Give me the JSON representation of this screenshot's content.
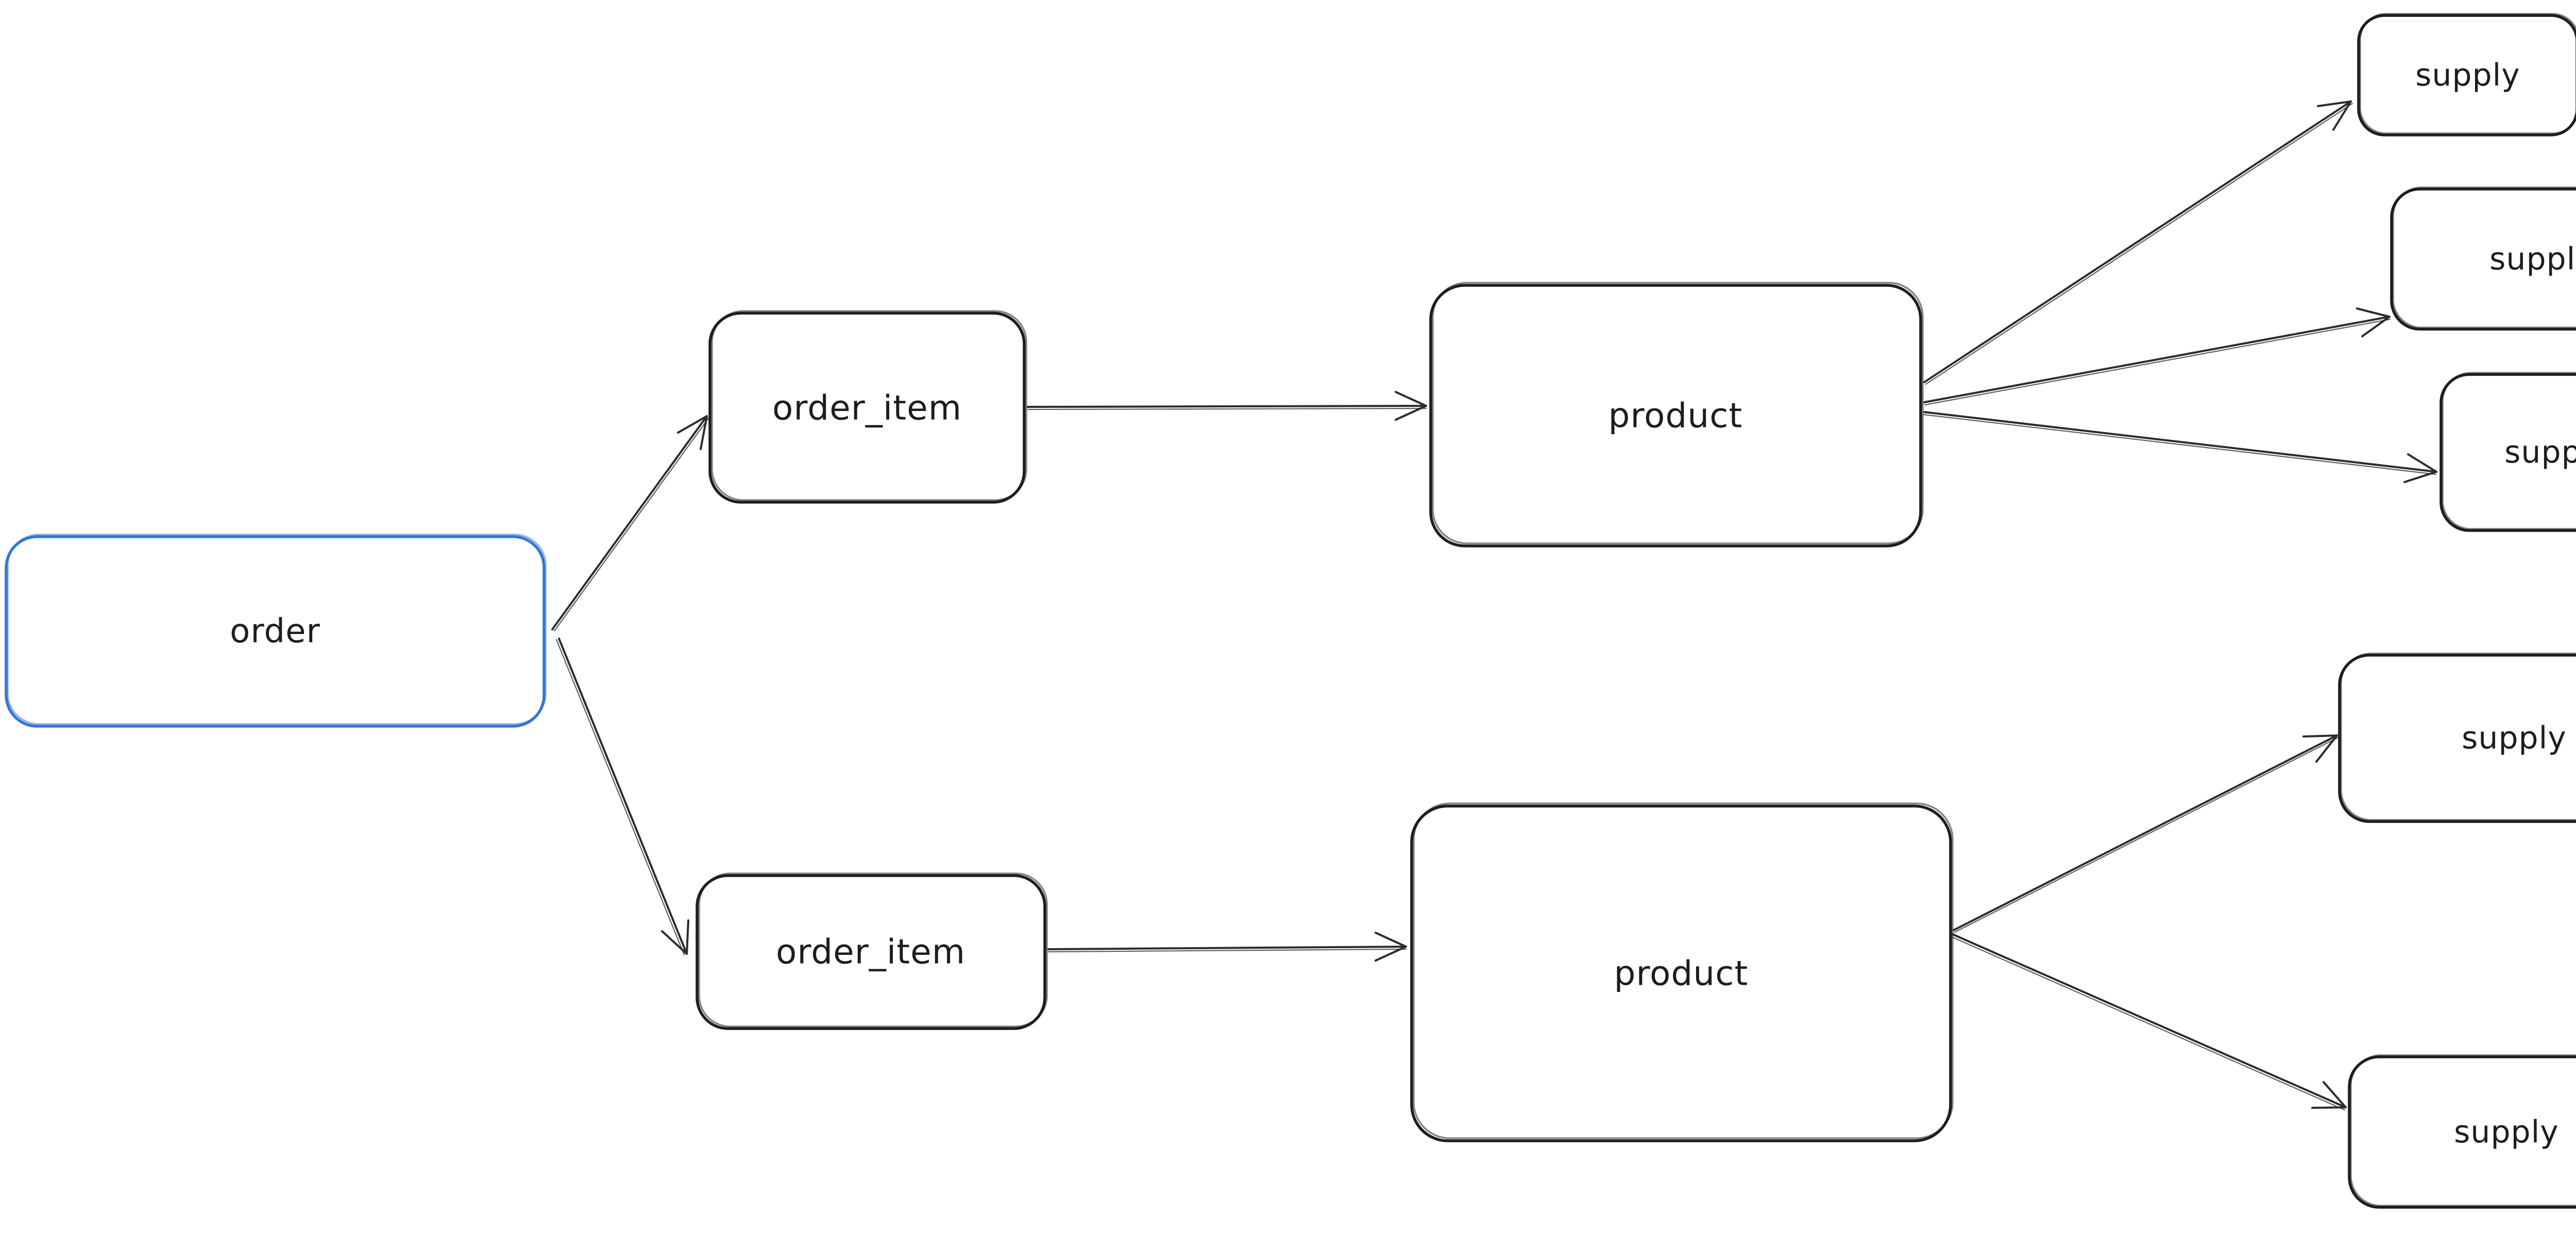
{
  "diagram": {
    "background_color": "#ffffff",
    "arrow_color": "#2b2b2b",
    "default_border_color": "#1e1e1e",
    "nodes": {
      "order": {
        "label": "order",
        "shape": "rounded-rectangle",
        "border_color": "#3575d8",
        "hatch_color": "#94e2ad"
      },
      "order_item_1": {
        "label": "order_item",
        "shape": "rounded-rectangle",
        "border_color": "#1e1e1e",
        "hatch_color": "#e7aef2"
      },
      "order_item_2": {
        "label": "order_item",
        "shape": "rounded-rectangle",
        "border_color": "#1e1e1e",
        "hatch_color": "#e7aef2"
      },
      "product_1": {
        "label": "product",
        "shape": "rounded-rectangle",
        "border_color": "#1e1e1e",
        "hatch_color": "#f3df8f"
      },
      "product_2": {
        "label": "product",
        "shape": "rounded-rectangle",
        "border_color": "#1e1e1e",
        "hatch_color": "#f3df8f"
      },
      "supply_1": {
        "label": "supply",
        "shape": "rounded-rectangle",
        "border_color": "#1e1e1e",
        "hatch_color": "#a5d4f3"
      },
      "supply_2": {
        "label": "supply",
        "shape": "rounded-rectangle",
        "border_color": "#1e1e1e",
        "hatch_color": "#a5d4f3"
      },
      "supply_3": {
        "label": "supply",
        "shape": "rounded-rectangle",
        "border_color": "#1e1e1e",
        "hatch_color": "#a5d4f3"
      },
      "supply_4": {
        "label": "supply",
        "shape": "rounded-rectangle",
        "border_color": "#1e1e1e",
        "hatch_color": "#a5d4f3"
      },
      "supply_5": {
        "label": "supply",
        "shape": "rounded-rectangle",
        "border_color": "#1e1e1e",
        "hatch_color": "#a5d4f3"
      }
    },
    "edges": [
      {
        "from": "order",
        "to": "order_item_1"
      },
      {
        "from": "order",
        "to": "order_item_2"
      },
      {
        "from": "order_item_1",
        "to": "product_1"
      },
      {
        "from": "order_item_2",
        "to": "product_2"
      },
      {
        "from": "product_1",
        "to": "supply_1"
      },
      {
        "from": "product_1",
        "to": "supply_2"
      },
      {
        "from": "product_1",
        "to": "supply_3"
      },
      {
        "from": "product_2",
        "to": "supply_4"
      },
      {
        "from": "product_2",
        "to": "supply_5"
      }
    ]
  }
}
